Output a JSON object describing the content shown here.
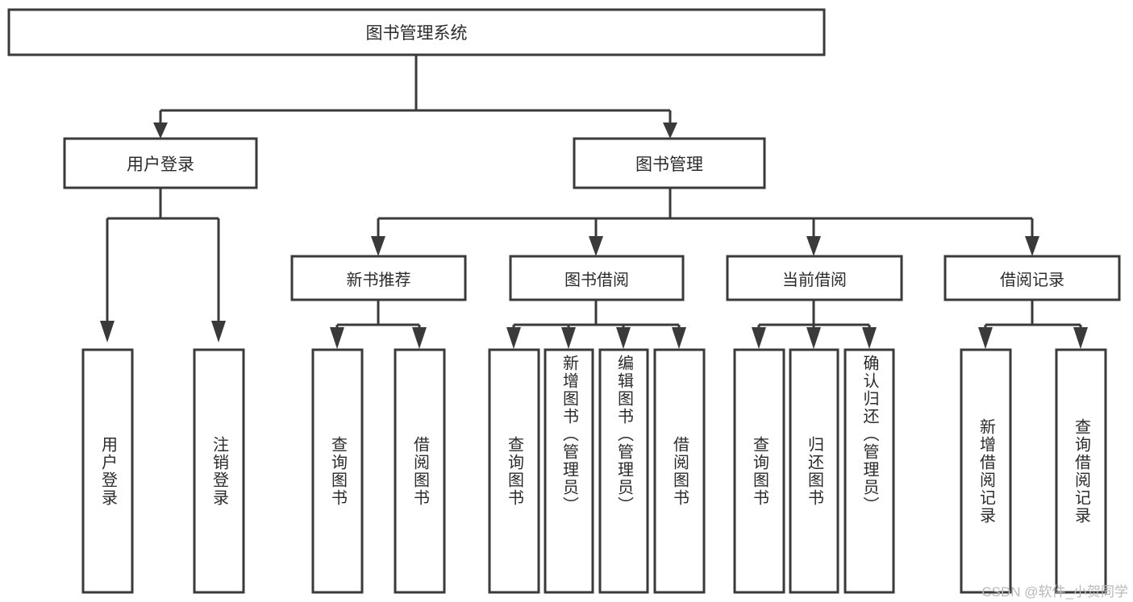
{
  "diagram": {
    "type": "tree",
    "title": "图书管理系统",
    "watermark": "CSDN @软件_小贺同学",
    "colors": {
      "stroke": "#3a3a3a",
      "fill": "#ffffff",
      "text": "#2b2b2b",
      "watermark": "#b9b9b9",
      "background": "#ffffff"
    },
    "levels": {
      "root": {
        "label": "图书管理系统"
      },
      "level1": [
        {
          "label": "用户登录"
        },
        {
          "label": "图书管理"
        }
      ],
      "level2": [
        {
          "label": "新书推荐"
        },
        {
          "label": "图书借阅"
        },
        {
          "label": "当前借阅"
        },
        {
          "label": "借阅记录"
        }
      ]
    },
    "leaves": {
      "user_login": [
        {
          "label": "用户登录"
        },
        {
          "label": "注销登录"
        }
      ],
      "new_book_recommend": [
        {
          "label": "查询图书"
        },
        {
          "label": "借阅图书"
        }
      ],
      "book_borrow": [
        {
          "label": "查询图书"
        },
        {
          "label": "新增图书（管理员）"
        },
        {
          "label": "编辑图书（管理员）"
        },
        {
          "label": "借阅图书"
        }
      ],
      "current_borrow": [
        {
          "label": "查询图书"
        },
        {
          "label": "归还图书"
        },
        {
          "label": "确认归还（管理员）"
        }
      ],
      "borrow_records": [
        {
          "label": "新增借阅记录"
        },
        {
          "label": "查询借阅记录"
        }
      ]
    }
  }
}
